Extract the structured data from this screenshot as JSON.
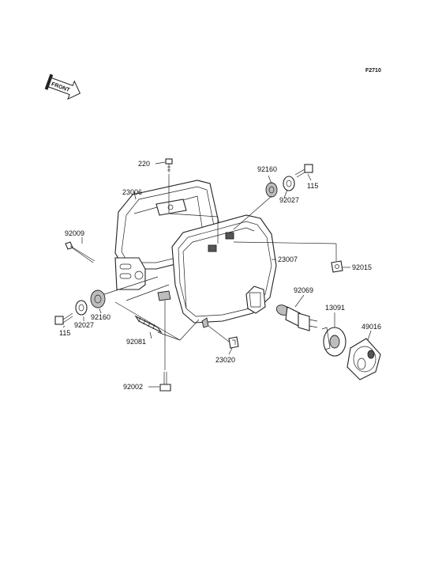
{
  "figure_code": "F2710",
  "front_badge": "FRONT",
  "callouts": {
    "c220": "220",
    "c23006": "23006",
    "c92009": "92009",
    "c92160_top": "92160",
    "c92027_top": "92027",
    "c115_top": "115",
    "c23007": "23007",
    "c92015": "92015",
    "c92069": "92069",
    "c13091": "13091",
    "c49016": "49016",
    "c115_left": "115",
    "c92027_left": "92027",
    "c92160_left": "92160",
    "c92081": "92081",
    "c23020": "23020",
    "c92002": "92002"
  }
}
